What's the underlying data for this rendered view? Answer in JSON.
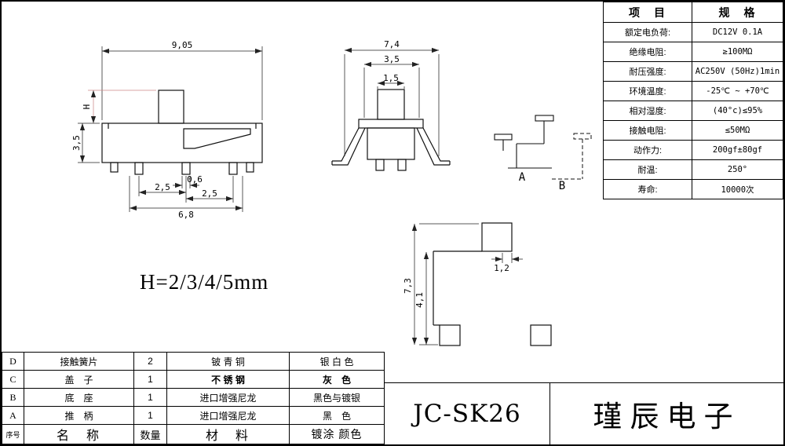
{
  "sheet": {
    "note": "H=2/3/4/5mm"
  },
  "spec_table": {
    "header": {
      "item": "项　目",
      "spec": "规　格"
    },
    "rows": [
      {
        "item": "额定电负荷:",
        "spec": "DC12V 0.1A"
      },
      {
        "item": "绝缘电阻:",
        "spec": "≥100MΩ"
      },
      {
        "item": "耐压强度:",
        "spec": "AC250V (50Hz)1min"
      },
      {
        "item": "环境温度:",
        "spec": "-25℃ ~ +70℃"
      },
      {
        "item": "相对湿度:",
        "spec": "(40°c)≤95%"
      },
      {
        "item": "接触电阻:",
        "spec": "≤50MΩ"
      },
      {
        "item": "动作力:",
        "spec": "200gf±80gf"
      },
      {
        "item": "耐温:",
        "spec": "250°"
      },
      {
        "item": "寿命:",
        "spec": "10000次"
      }
    ]
  },
  "bom_table": {
    "header": {
      "no": "序号",
      "name": "名　称",
      "qty": "数量",
      "material": "材　料",
      "plating": "镀涂 颜色"
    },
    "rows": [
      {
        "no": "D",
        "name": "接触簧片",
        "qty": "2",
        "material": "铍 青 铜",
        "plating": "银 白 色"
      },
      {
        "no": "C",
        "name": "盖　子",
        "qty": "1",
        "material": "不 锈 钢",
        "plating": "灰　色"
      },
      {
        "no": "B",
        "name": "底　座",
        "qty": "1",
        "material": "进口增强尼龙",
        "plating": "黑色与镀银"
      },
      {
        "no": "A",
        "name": "推　柄",
        "qty": "1",
        "material": "进口增强尼龙",
        "plating": "黑　色"
      }
    ]
  },
  "title_block": {
    "part_number": "JC-SK26",
    "company": "瑾辰电子"
  },
  "dims": {
    "front": {
      "width": "9,05",
      "handle_height": "H",
      "body_height": "3,5",
      "pitch_left": "2,5",
      "pin_width": "0,6",
      "pitch_right": "2,5",
      "span": "6,8"
    },
    "side": {
      "width": "7,4",
      "cover": "3,5",
      "stem": "1,5"
    },
    "views": {
      "a": "A",
      "b": "B"
    },
    "profile": {
      "height": "7,3",
      "inner": "4,1",
      "tab": "1,2"
    }
  }
}
